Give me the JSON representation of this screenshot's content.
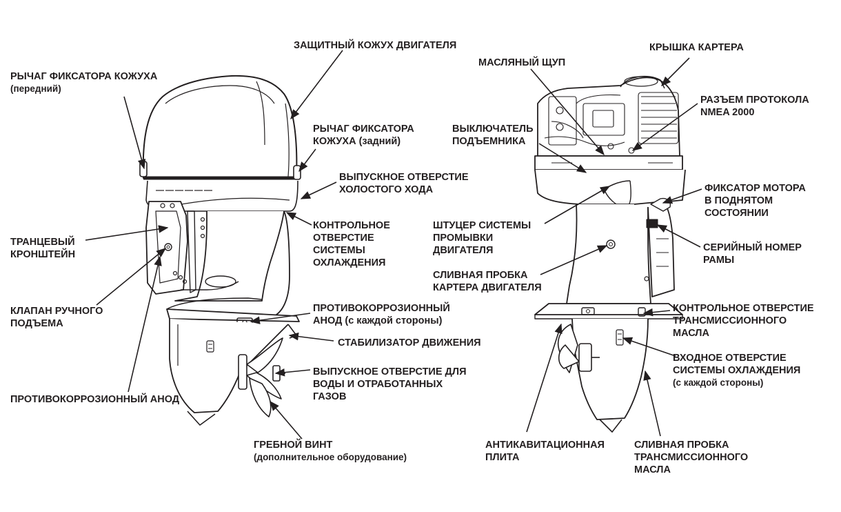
{
  "colors": {
    "ink": "#231f20",
    "background": "#ffffff"
  },
  "labels": {
    "cowl": [
      "ЗАЩИТНЫЙ КОЖУХ ДВИГАТЕЛЯ"
    ],
    "cowl_lever_front": [
      "РЫЧАГ ФИКСАТОРА КОЖУХА",
      "(передний)"
    ],
    "cowl_lever_rear": [
      "РЫЧАГ ФИКСАТОРА",
      "КОЖУХА (задний)"
    ],
    "idle_exhaust": [
      "ВЫПУСКНОЕ ОТВЕРСТИЕ",
      "ХОЛОСТОГО ХОДА"
    ],
    "cooling_check": [
      "КОНТРОЛЬНОЕ",
      "ОТВЕРСТИЕ",
      "СИСТЕМЫ",
      "ОХЛАЖДЕНИЯ"
    ],
    "transom_bracket": [
      "ТРАНЦЕВЫЙ",
      "КРОНШТЕЙН"
    ],
    "manual_valve": [
      "КЛАПАН РУЧНОГО",
      "ПОДЪЕМА"
    ],
    "anode_side": [
      "ПРОТИВОКОРРОЗИОННЫЙ",
      "АНОД (с каждой стороны)"
    ],
    "trim_tab": [
      "СТАБИЛИЗАТОР ДВИЖЕНИЯ"
    ],
    "water_exhaust": [
      "ВЫПУСКНОЕ ОТВЕРСТИЕ ДЛЯ",
      "ВОДЫ И ОТРАБОТАННЫХ",
      "ГАЗОВ"
    ],
    "anode": [
      "ПРОТИВОКОРРОЗИОННЫЙ АНОД"
    ],
    "propeller": [
      "ГРЕБНОЙ ВИНТ",
      "(дополнительное оборудование)"
    ],
    "dipstick": [
      "МАСЛЯНЫЙ ЩУП"
    ],
    "oil_cap": [
      "КРЫШКА КАРТЕРА"
    ],
    "nmea": [
      "РАЗЪЕМ ПРОТОКОЛА",
      "NMEA 2000"
    ],
    "tilt_switch": [
      "ВЫКЛЮЧАТЕЛЬ",
      "ПОДЪЕМНИКА"
    ],
    "tilt_lock": [
      "ФИКСАТОР МОТОРА",
      "В ПОДНЯТОМ",
      "СОСТОЯНИИ"
    ],
    "flush_port": [
      "ШТУЦЕР СИСТЕМЫ",
      "ПРОМЫВКИ",
      "ДВИГАТЕЛЯ"
    ],
    "serial": [
      "СЕРИЙНЫЙ НОМЕР",
      "РАМЫ"
    ],
    "drain_plug": [
      "СЛИВНАЯ ПРОБКА",
      "КАРТЕРА ДВИГАТЕЛЯ"
    ],
    "gear_check": [
      "КОНТРОЛЬНОЕ ОТВЕРСТИЕ",
      "ТРАНСМИССИОННОГО",
      "МАСЛА"
    ],
    "water_intake": [
      "ВХОДНОЕ ОТВЕРСТИЕ",
      "СИСТЕМЫ ОХЛАЖДЕНИЯ",
      "(с каждой стороны)"
    ],
    "anti_cav": [
      "АНТИКАВИТАЦИОННАЯ",
      "ПЛИТА"
    ],
    "gear_drain": [
      "СЛИВНАЯ ПРОБКА",
      "ТРАНСМИССИОННОГО",
      "МАСЛА"
    ]
  }
}
